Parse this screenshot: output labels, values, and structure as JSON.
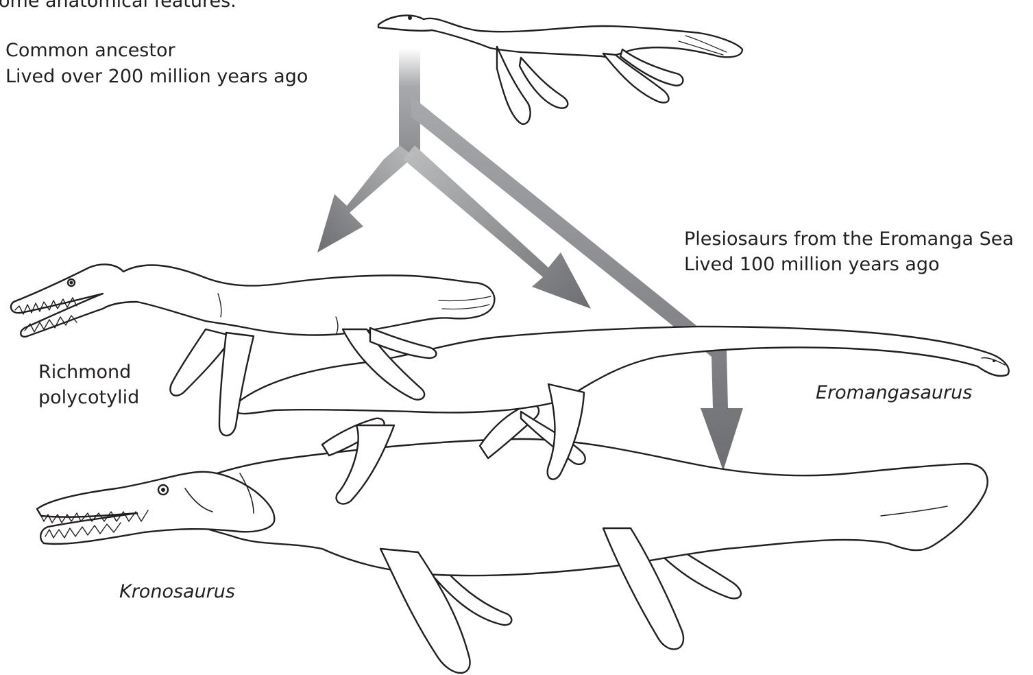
{
  "header_text": "ome anatomical features.",
  "labels": {
    "ancestor_line1": "Common ancestor",
    "ancestor_line2": "Lived over 200 million years ago",
    "eromanga_line1": "Plesiosaurs from the Eromanga Sea",
    "eromanga_line2": "Lived 100 million years ago",
    "richmond_line1": "Richmond",
    "richmond_line2": "polycotylid",
    "eromangasaurus": "Eromangasaurus",
    "kronosaurus": "Kronosaurus"
  },
  "colors": {
    "outline": "#231f20",
    "arrow_dark": "#6d6e71",
    "arrow_light": "#e6e7e8"
  }
}
